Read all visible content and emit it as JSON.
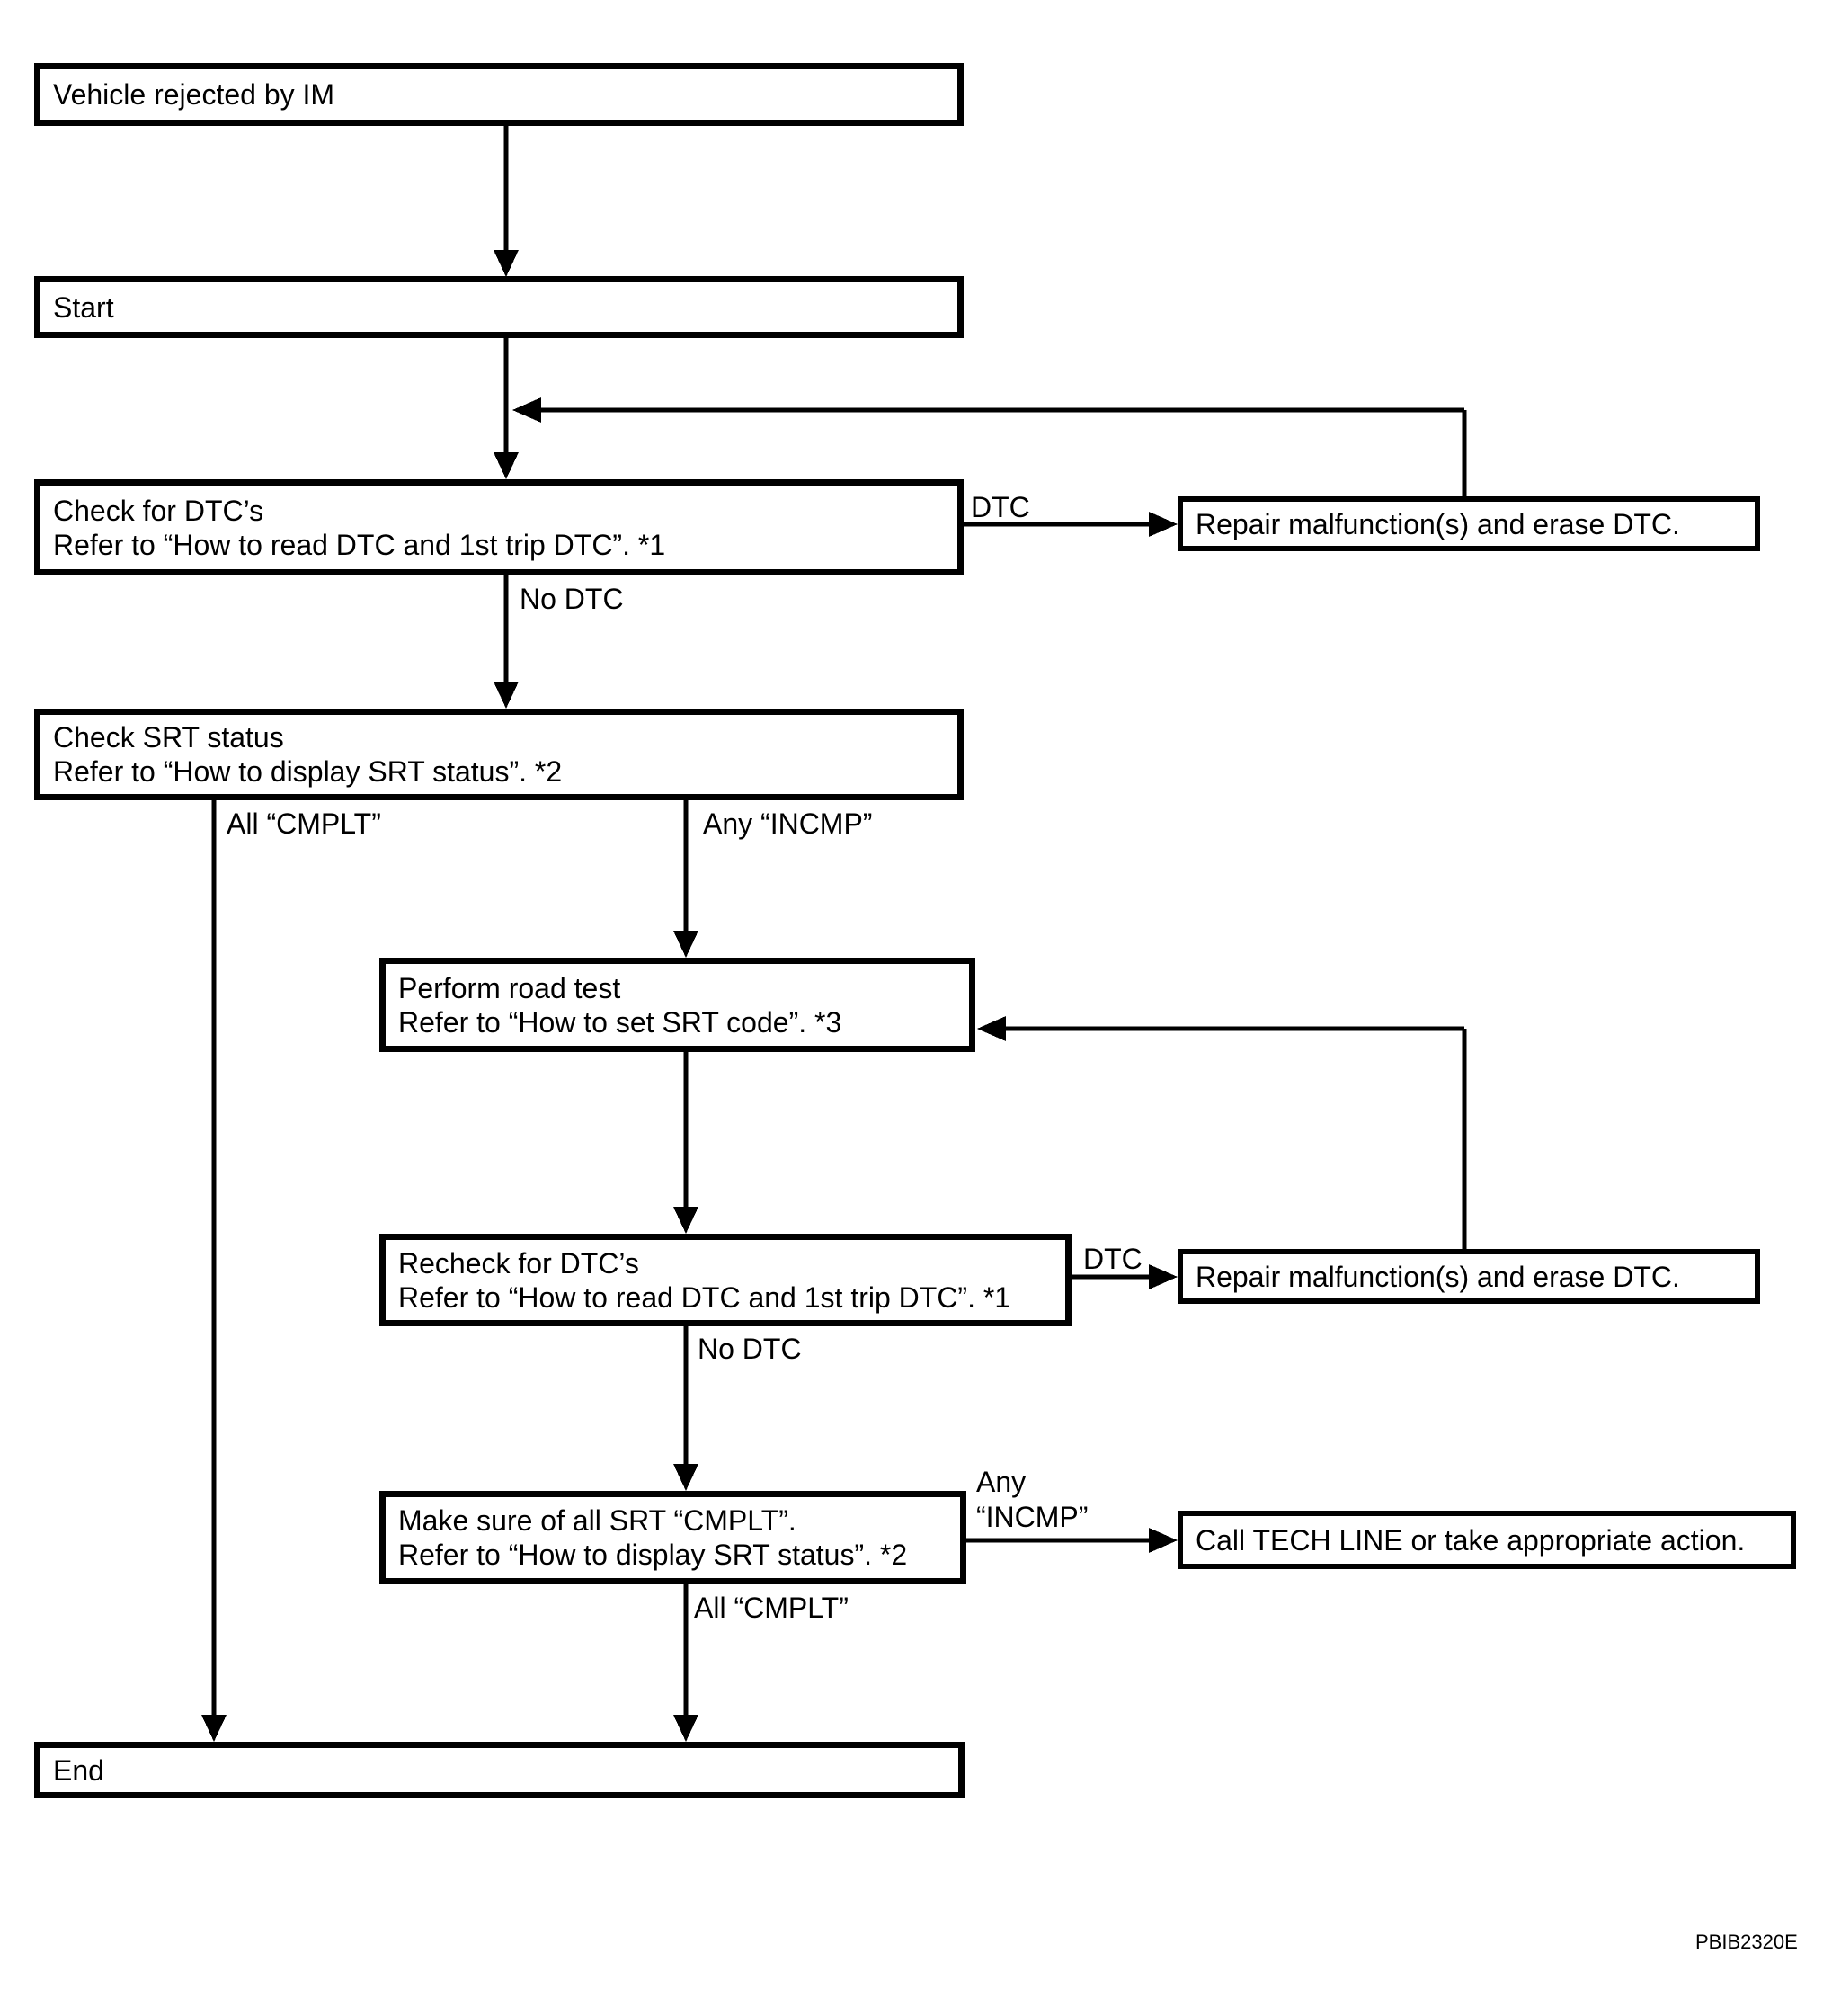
{
  "diagram": {
    "title_code": "PBIB2320E",
    "colors": {
      "line": "#000000",
      "background": "#ffffff"
    },
    "nodes": {
      "vehicle_rejected": {
        "line1": "Vehicle rejected by IM"
      },
      "start": {
        "line1": "Start"
      },
      "check_dtc": {
        "line1": "Check for DTC’s",
        "line2": "Refer to “How to read DTC and 1st trip DTC”. *1"
      },
      "repair_1": {
        "line1": "Repair malfunction(s) and erase DTC."
      },
      "check_srt": {
        "line1": "Check SRT status",
        "line2": "Refer to “How to display SRT status”. *2"
      },
      "road_test": {
        "line1": "Perform road test",
        "line2": "Refer to “How to set SRT code”. *3"
      },
      "recheck_dtc": {
        "line1": "Recheck for DTC’s",
        "line2": "Refer to “How to read DTC and 1st trip DTC”. *1"
      },
      "repair_2": {
        "line1": "Repair malfunction(s) and erase DTC."
      },
      "make_sure_srt": {
        "line1": "Make sure of all SRT “CMPLT”.",
        "line2": "Refer to “How to display SRT status”. *2"
      },
      "call_tech_line": {
        "line1": "Call TECH LINE or take appropriate action."
      },
      "end": {
        "line1": "End"
      }
    },
    "edge_labels": {
      "dtc_1": "DTC",
      "no_dtc_1": "No DTC",
      "all_cmplt_left": "All “CMPLT”",
      "any_incmp_1": "Any “INCMP”",
      "dtc_2": "DTC",
      "no_dtc_2": "No DTC",
      "any_incmp_2_line1": "Any",
      "any_incmp_2_line2": "“INCMP”",
      "all_cmplt_2": "All “CMPLT”"
    }
  }
}
